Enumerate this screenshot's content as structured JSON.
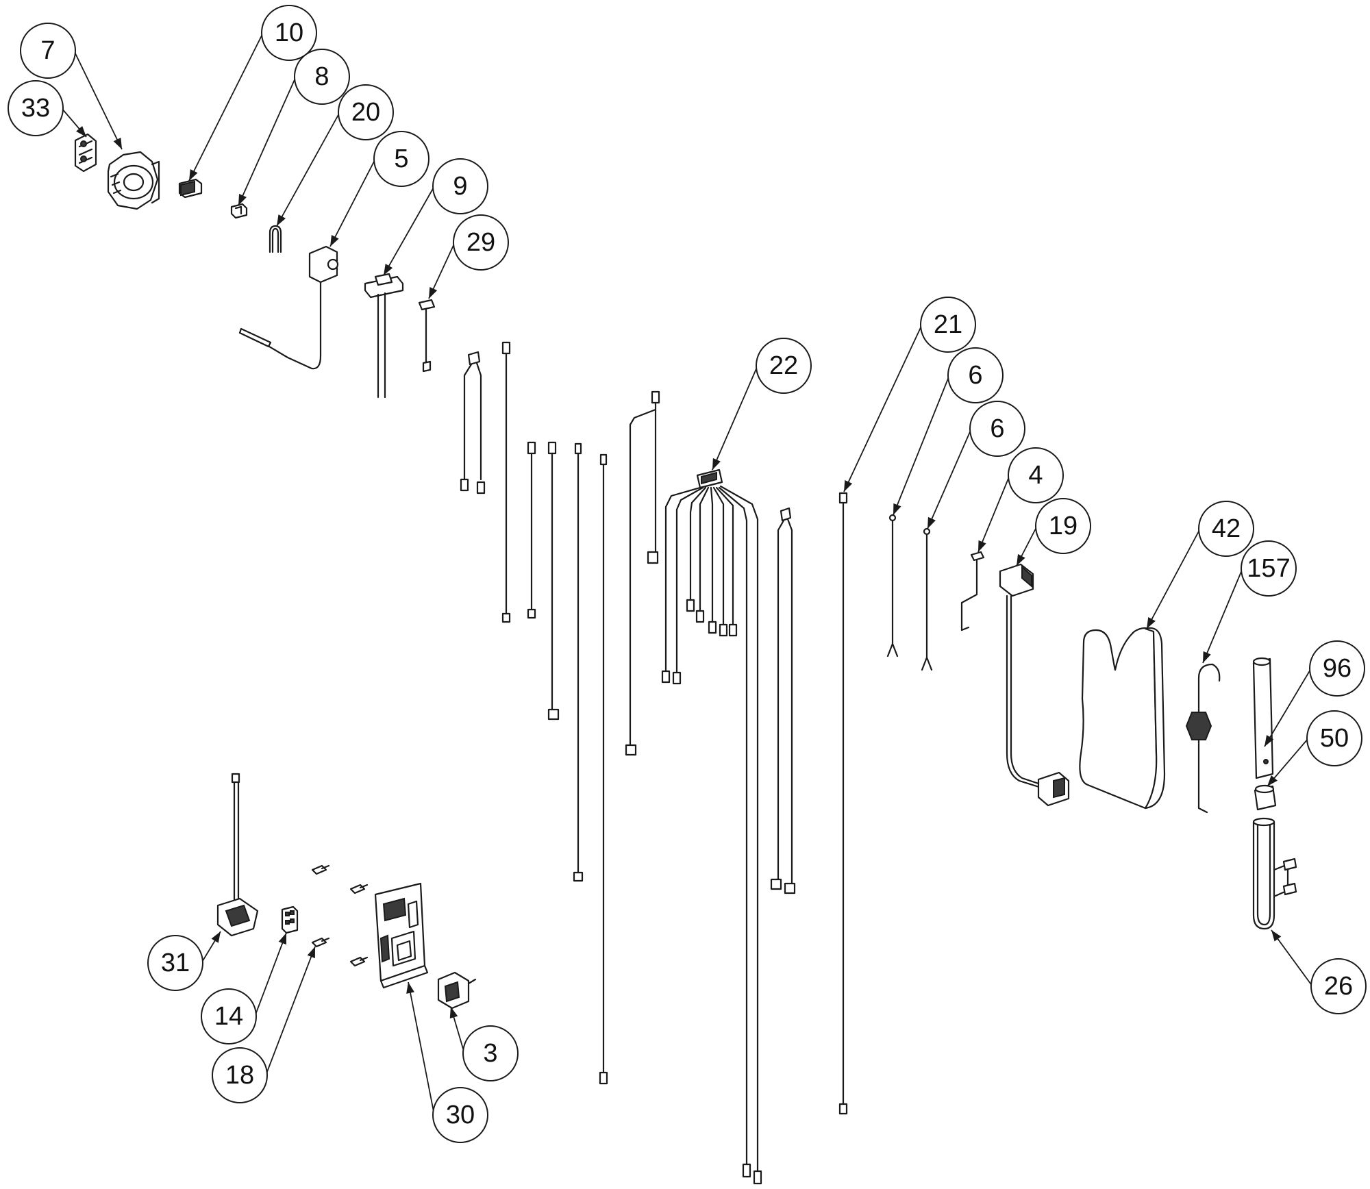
{
  "callouts": [
    {
      "id": "c7",
      "label": "7"
    },
    {
      "id": "c33",
      "label": "33"
    },
    {
      "id": "c10",
      "label": "10"
    },
    {
      "id": "c8",
      "label": "8"
    },
    {
      "id": "c20",
      "label": "20"
    },
    {
      "id": "c5",
      "label": "5"
    },
    {
      "id": "c9",
      "label": "9"
    },
    {
      "id": "c29",
      "label": "29"
    },
    {
      "id": "c22",
      "label": "22"
    },
    {
      "id": "c21",
      "label": "21"
    },
    {
      "id": "c6a",
      "label": "6"
    },
    {
      "id": "c6b",
      "label": "6"
    },
    {
      "id": "c4",
      "label": "4"
    },
    {
      "id": "c19",
      "label": "19"
    },
    {
      "id": "c42",
      "label": "42"
    },
    {
      "id": "c157",
      "label": "157"
    },
    {
      "id": "c96",
      "label": "96"
    },
    {
      "id": "c50",
      "label": "50"
    },
    {
      "id": "c26",
      "label": "26"
    },
    {
      "id": "c31",
      "label": "31"
    },
    {
      "id": "c14",
      "label": "14"
    },
    {
      "id": "c18",
      "label": "18"
    },
    {
      "id": "c3",
      "label": "3"
    },
    {
      "id": "c30",
      "label": "30"
    }
  ]
}
